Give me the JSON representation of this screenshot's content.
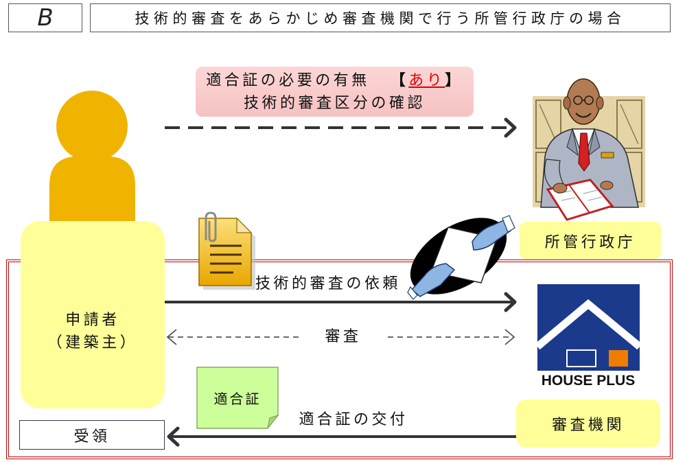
{
  "header": {
    "letter": "B",
    "title": "技術的審査をあらかじめ審査機関で行う所管行政庁の場合"
  },
  "confirmation": {
    "line1": "適合証の必要の有無",
    "bracket_open": "【",
    "answer": "あり",
    "bracket_close": "】",
    "line2": "技術的審査区分の確認"
  },
  "applicant": {
    "line1": "申請者",
    "line2": "（建築主）"
  },
  "authority": {
    "label": "所管行政庁"
  },
  "review_body": {
    "label": "審査機関",
    "logo_text": "HOUSE PLUS"
  },
  "flows": {
    "request": "技術的審査の依頼",
    "review": "審査",
    "issue": "適合証の交付"
  },
  "certificate": {
    "label": "適合証"
  },
  "receipt": {
    "label": "受領"
  },
  "icons": {
    "applicant": "person-icon",
    "authority": "officer-illustration",
    "request_document": "document-icon",
    "handover": "handover-illustration",
    "review_body_logo": "house-plus-logo"
  },
  "colors": {
    "person": "#F0B400",
    "yellow_box": "#FFFF99",
    "confirm_box": "#F8C8C8",
    "answer_text": "#E00000",
    "frame": "#C00000",
    "certificate": "#CCFF99",
    "logo_blue": "#1B3A8C",
    "logo_orange": "#F07C00",
    "arrow": "#333333"
  }
}
